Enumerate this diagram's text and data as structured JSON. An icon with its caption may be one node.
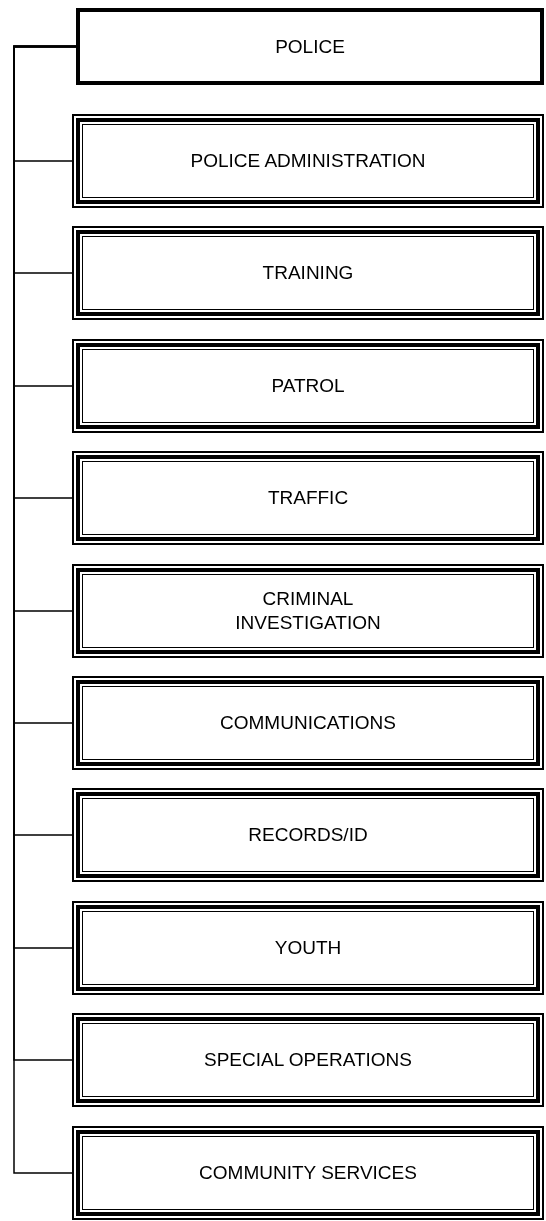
{
  "diagram": {
    "nodes": [
      {
        "text": [
          "POLICE"
        ]
      },
      {
        "text": [
          "POLICE ADMINISTRATION"
        ]
      },
      {
        "text": [
          "TRAINING"
        ]
      },
      {
        "text": [
          "PATROL"
        ]
      },
      {
        "text": [
          "TRAFFIC"
        ]
      },
      {
        "text": [
          "CRIMINAL INVESTIGATION"
        ]
      },
      {
        "text": [
          "COMMUNICATIONS"
        ]
      },
      {
        "text": [
          "RECORDS/ID"
        ]
      },
      {
        "text": [
          "YOUTH"
        ]
      },
      {
        "text": [
          "SPECIAL OPERATIONS"
        ]
      },
      {
        "text": [
          "COMMUNITY SERVICES"
        ]
      }
    ],
    "edges": [
      {
        "from": 0,
        "to": 1,
        "arrow": "none"
      },
      {
        "from": 0,
        "to": 2,
        "arrow": "none"
      },
      {
        "from": 0,
        "to": 3,
        "arrow": "none"
      },
      {
        "from": 0,
        "to": 4,
        "arrow": "none"
      },
      {
        "from": 0,
        "to": 5,
        "arrow": "none"
      },
      {
        "from": 0,
        "to": 6,
        "arrow": "none"
      },
      {
        "from": 0,
        "to": 7,
        "arrow": "none"
      },
      {
        "from": 0,
        "to": 8,
        "arrow": "none"
      },
      {
        "from": 0,
        "to": 9,
        "arrow": "none"
      },
      {
        "from": 0,
        "to": 10,
        "arrow": "none"
      }
    ]
  }
}
